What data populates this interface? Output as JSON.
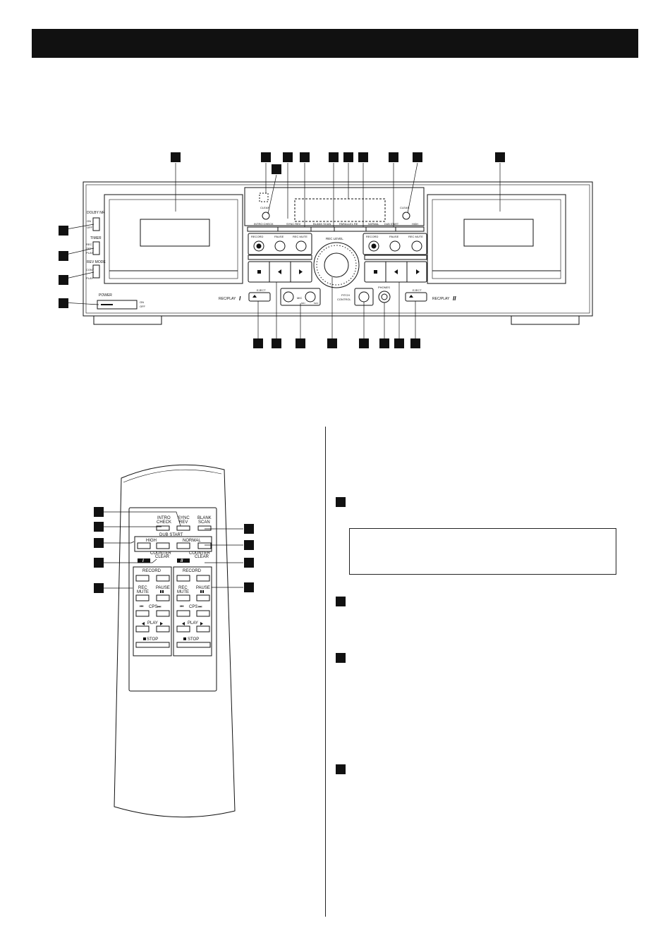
{
  "deck": {
    "left": {
      "dolby_nr": "DOLBY NR",
      "dolby_on": "ON",
      "dolby_off": "OFF",
      "timer": "TIMER",
      "timer_rec": "REC",
      "timer_off": "OFF",
      "timer_play": "PLAY",
      "rev_mode": "REV MODE",
      "rev_cont": "CONT",
      "rev_play": "PLAY",
      "power": "POWER",
      "power_on": "ON",
      "power_off": "OFF",
      "rec_play_1": "REC/PLAY"
    },
    "center": {
      "clear_1": "CLEAR",
      "clear_2": "CLEAR",
      "intro_check": "INTRO CHECK",
      "sync_rev": "SYNC REV",
      "blank_scan": "BLANK SCAN",
      "parallel_rec": "PARALLEL RE",
      "normal": "NORMAL",
      "dub_start": "DUB START",
      "high": "HIGH",
      "record": "RECORD",
      "pause": "PAUSE",
      "rec_mute": "REC MUTE",
      "rec_level": "REC LEVEL",
      "eject": "EJECT",
      "mic": "MIC",
      "mic_min": "MIN",
      "mic_max": "MAX",
      "pitch": "PITCH",
      "control": "CONTROL",
      "phones": "PHONES",
      "rec_play_2": "REC/PLAY"
    }
  },
  "remote": {
    "intro_check_1": "INTRO",
    "intro_check_2": "CHECK",
    "sync_rev_1": "SYNC",
    "sync_rev_2": "REV",
    "blank_scan_1": "BLANK",
    "blank_scan_2": "SCAN",
    "dub_start": "DUB START",
    "high": "HIGH",
    "normal": "NORMAL",
    "counter_clear_1": "COUNTER",
    "counter_clear_2": "CLEAR",
    "record": "RECORD",
    "rec_mute_1": "REC",
    "rec_mute_2": "MUTE",
    "pause": "PAUSE",
    "cps": "CPS",
    "play": "PLAY",
    "stop": "STOP"
  }
}
